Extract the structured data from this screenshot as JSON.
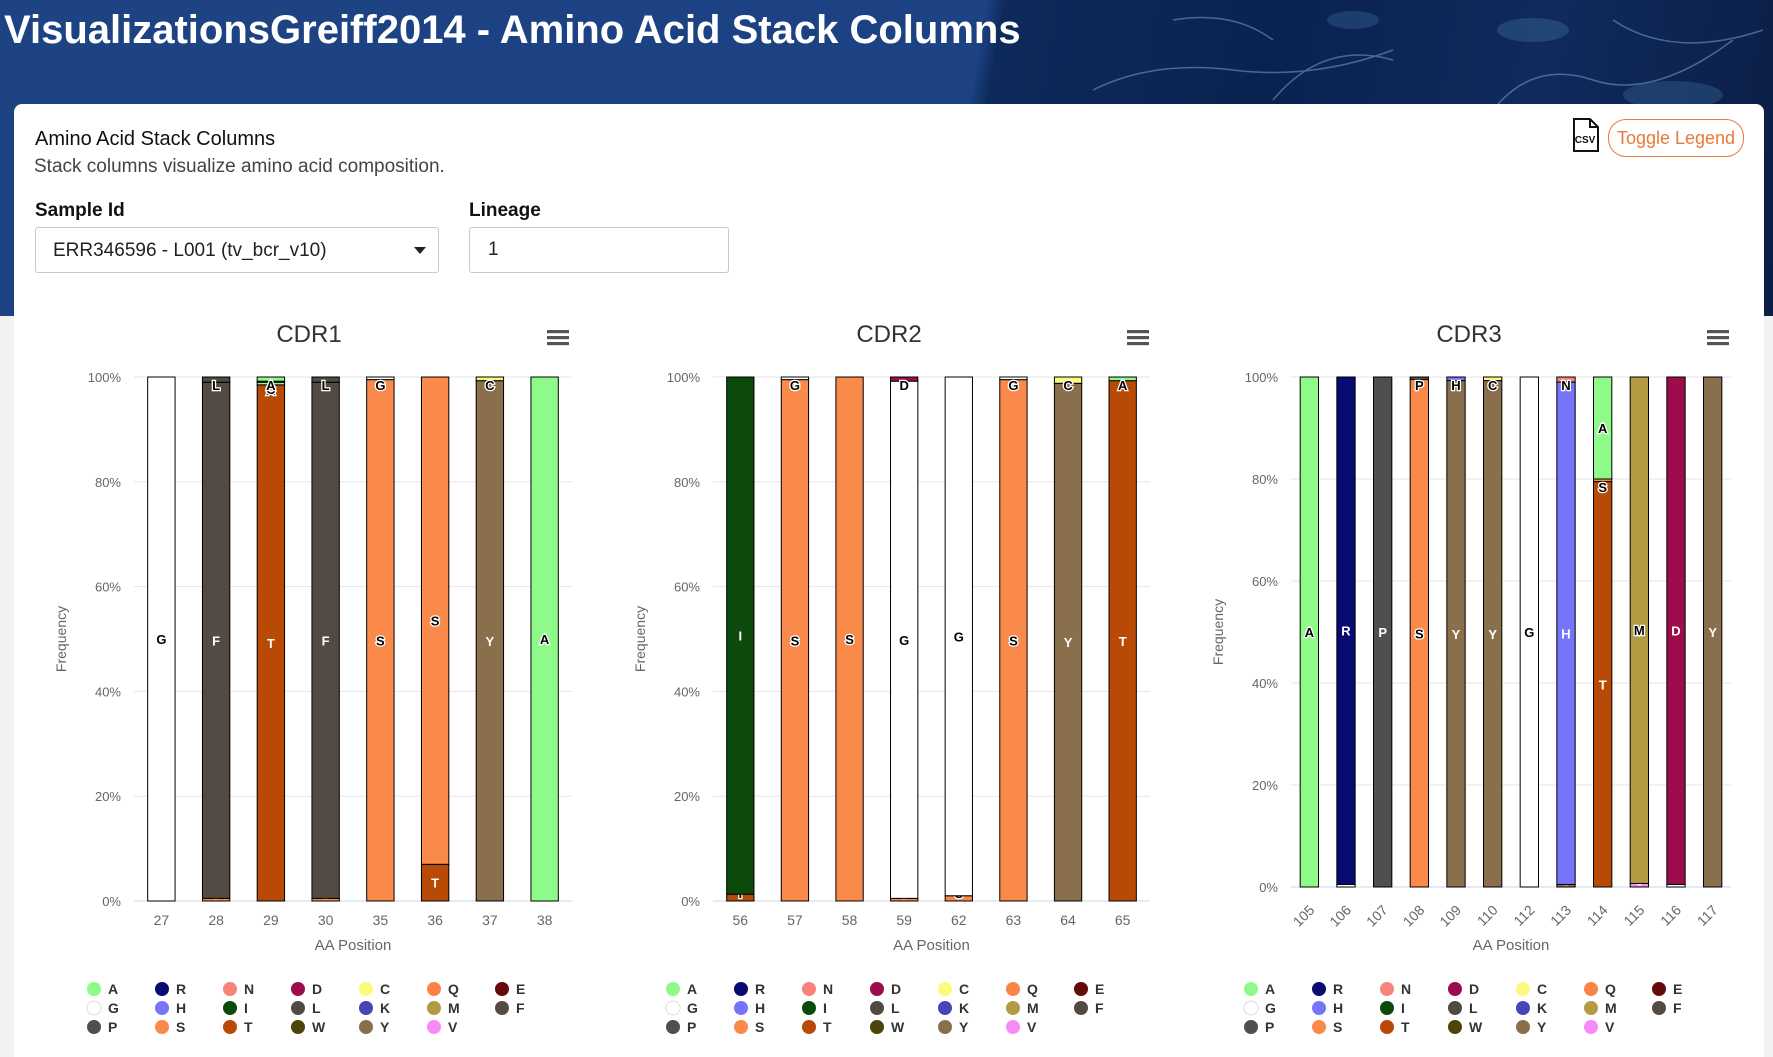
{
  "header": {
    "title": "VisualizationsGreiff2014 - Amino Acid Stack Columns"
  },
  "card": {
    "title": "Amino Acid Stack Columns",
    "subtitle": "Stack columns visualize amino acid composition.",
    "csv_icon": "csv-file-icon",
    "toggle_legend_label": "Toggle Legend",
    "accent_color": "#e87a39"
  },
  "form": {
    "sample_label": "Sample Id",
    "sample_value": "ERR346596 - L001 (tv_bcr_v10)",
    "lineage_label": "Lineage",
    "lineage_value": "1"
  },
  "legend": [
    {
      "aa": "A",
      "color": "#8dfa89"
    },
    {
      "aa": "R",
      "color": "#0a0a73"
    },
    {
      "aa": "N",
      "color": "#f7837b"
    },
    {
      "aa": "D",
      "color": "#9b0d4c"
    },
    {
      "aa": "C",
      "color": "#fafa7b"
    },
    {
      "aa": "Q",
      "color": "#fa8445"
    },
    {
      "aa": "E",
      "color": "#650a08"
    },
    {
      "aa": "G",
      "color": "#ffffff"
    },
    {
      "aa": "H",
      "color": "#7675fa"
    },
    {
      "aa": "I",
      "color": "#0b4a0b"
    },
    {
      "aa": "L",
      "color": "#4f4a42"
    },
    {
      "aa": "K",
      "color": "#4646b6"
    },
    {
      "aa": "M",
      "color": "#b39b44"
    },
    {
      "aa": "F",
      "color": "#534b43"
    },
    {
      "aa": "P",
      "color": "#4f4f4f"
    },
    {
      "aa": "S",
      "color": "#fa8a4a"
    },
    {
      "aa": "T",
      "color": "#b84a06"
    },
    {
      "aa": "W",
      "color": "#4b450c"
    },
    {
      "aa": "Y",
      "color": "#8a6f4d"
    },
    {
      "aa": "V",
      "color": "#f78af7"
    }
  ],
  "chart_data": [
    {
      "type": "bar",
      "stacked": "percent",
      "title": "CDR1",
      "xlabel": "AA Position",
      "ylabel": "Frequency",
      "ylim": [
        0,
        100
      ],
      "yticks": [
        "0%",
        "20%",
        "40%",
        "60%",
        "80%",
        "100%"
      ],
      "categories": [
        "27",
        "28",
        "29",
        "30",
        "35",
        "36",
        "37",
        "38"
      ],
      "stacks": [
        [
          {
            "aa": "G",
            "value": 100
          }
        ],
        [
          {
            "aa": "S",
            "value": 0.5
          },
          {
            "aa": "F",
            "value": 98.5
          },
          {
            "aa": "L",
            "value": 1
          }
        ],
        [
          {
            "aa": "T",
            "value": 98.5
          },
          {
            "aa": "A",
            "value": 0.5
          },
          {
            "aa": "C",
            "value": 0.2
          },
          {
            "aa": "A",
            "value": 0.8
          }
        ],
        [
          {
            "aa": "S",
            "value": 0.5
          },
          {
            "aa": "F",
            "value": 98.5
          },
          {
            "aa": "L",
            "value": 1
          }
        ],
        [
          {
            "aa": "S",
            "value": 99.5
          },
          {
            "aa": "G",
            "value": 0.5
          }
        ],
        [
          {
            "aa": "T",
            "value": 7
          },
          {
            "aa": "S",
            "value": 93
          }
        ],
        [
          {
            "aa": "Y",
            "value": 99.3
          },
          {
            "aa": "C",
            "value": 0.7
          }
        ],
        [
          {
            "aa": "A",
            "value": 100
          }
        ]
      ]
    },
    {
      "type": "bar",
      "stacked": "percent",
      "title": "CDR2",
      "xlabel": "AA Position",
      "ylabel": "Frequency",
      "ylim": [
        0,
        100
      ],
      "yticks": [
        "0%",
        "20%",
        "40%",
        "60%",
        "80%",
        "100%"
      ],
      "categories": [
        "56",
        "57",
        "58",
        "59",
        "62",
        "63",
        "64",
        "65"
      ],
      "stacks": [
        [
          {
            "aa": "T",
            "value": 1.3
          },
          {
            "aa": "I",
            "value": 98.7
          }
        ],
        [
          {
            "aa": "S",
            "value": 99.5
          },
          {
            "aa": "G",
            "value": 0.5
          }
        ],
        [
          {
            "aa": "S",
            "value": 100
          }
        ],
        [
          {
            "aa": "S",
            "value": 0.5
          },
          {
            "aa": "G",
            "value": 98.7
          },
          {
            "aa": "D",
            "value": 0.8
          }
        ],
        [
          {
            "aa": "S",
            "value": 1
          },
          {
            "aa": "G",
            "value": 99
          }
        ],
        [
          {
            "aa": "S",
            "value": 99.5
          },
          {
            "aa": "G",
            "value": 0.5
          }
        ],
        [
          {
            "aa": "Y",
            "value": 98.8
          },
          {
            "aa": "C",
            "value": 1.2
          }
        ],
        [
          {
            "aa": "T",
            "value": 99.3
          },
          {
            "aa": "A",
            "value": 0.7
          }
        ]
      ]
    },
    {
      "type": "bar",
      "stacked": "percent",
      "title": "CDR3",
      "xlabel": "AA Position",
      "ylabel": "Frequency",
      "ylim": [
        0,
        100
      ],
      "yticks": [
        "0%",
        "20%",
        "40%",
        "60%",
        "80%",
        "100%"
      ],
      "categories": [
        "105",
        "106",
        "107",
        "108",
        "109",
        "110",
        "112",
        "113",
        "114",
        "115",
        "116",
        "117"
      ],
      "stacks": [
        [
          {
            "aa": "A",
            "value": 100
          }
        ],
        [
          {
            "aa": "G",
            "value": 0.5
          },
          {
            "aa": "R",
            "value": 99.5
          }
        ],
        [
          {
            "aa": "P",
            "value": 100
          }
        ],
        [
          {
            "aa": "S",
            "value": 99.5
          },
          {
            "aa": "P",
            "value": 0.5
          }
        ],
        [
          {
            "aa": "Y",
            "value": 99.3
          },
          {
            "aa": "H",
            "value": 0.7
          }
        ],
        [
          {
            "aa": "Y",
            "value": 99.3
          },
          {
            "aa": "C",
            "value": 0.7
          }
        ],
        [
          {
            "aa": "G",
            "value": 100
          }
        ],
        [
          {
            "aa": "Y",
            "value": 0.5
          },
          {
            "aa": "H",
            "value": 98.5
          },
          {
            "aa": "N",
            "value": 1
          }
        ],
        [
          {
            "aa": "T",
            "value": 79.5
          },
          {
            "aa": "S",
            "value": 0.5
          },
          {
            "aa": "A",
            "value": 20
          }
        ],
        [
          {
            "aa": "V",
            "value": 0.7
          },
          {
            "aa": "M",
            "value": 99.3
          }
        ],
        [
          {
            "aa": "G",
            "value": 0.5
          },
          {
            "aa": "D",
            "value": 99.5
          }
        ],
        [
          {
            "aa": "Y",
            "value": 100
          }
        ]
      ]
    }
  ]
}
